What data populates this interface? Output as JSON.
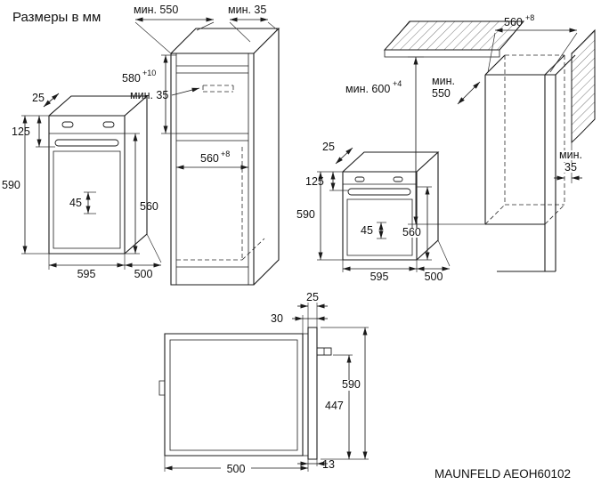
{
  "title": "Размеры в мм",
  "model": "MAUNFELD AEOH60102",
  "colors": {
    "line": "#1a1a1a",
    "background": "#ffffff"
  },
  "tall_cabinet": {
    "depth_min": "мин. 550",
    "rear_gap_min": "мин. 35",
    "niche_height": "580",
    "niche_height_tol": "+10",
    "vent_gap_min": "мин. 35",
    "niche_width": "560",
    "niche_width_tol": "+8"
  },
  "base_cabinet": {
    "niche_width": "560",
    "niche_width_tol": "+8",
    "niche_height_min": "мин. 600",
    "niche_height_tol": "+4",
    "depth_min_line1": "мин.",
    "depth_min_line2": "550",
    "rear_gap_line1": "мин.",
    "rear_gap_line2": "35"
  },
  "oven": {
    "front_overhang": "25",
    "panel_height": "125",
    "height": "590",
    "detail": "45",
    "body_height": "560",
    "width": "595",
    "depth": "500"
  },
  "side_view": {
    "door_thickness": "25",
    "door_offset": "30",
    "height": "590",
    "door_height": "447",
    "depth": "500",
    "bottom_gap": "13"
  }
}
